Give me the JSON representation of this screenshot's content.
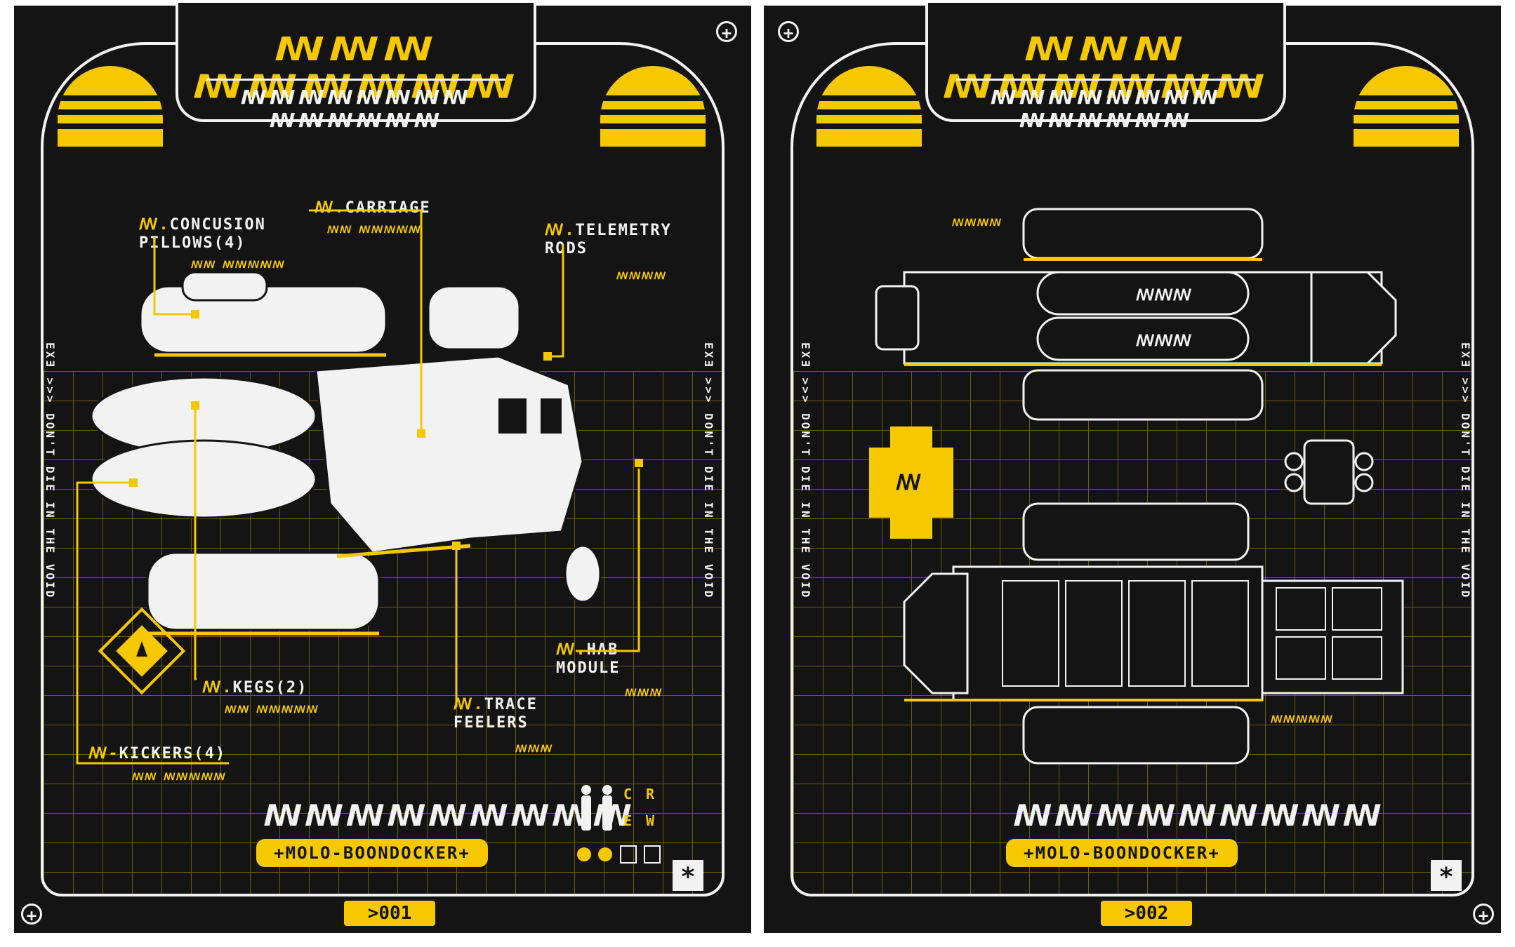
{
  "colors": {
    "accent": "#f5c800",
    "background": "#141414",
    "line": "#f2f2f2"
  },
  "cards": [
    {
      "title": "ꟿꟿꟿ ꟿꟿꟿꟿꟿꟿ",
      "subtitle": "ꟿꟿꟿꟿꟿꟿꟿꟿ ꟿꟿꟿꟿꟿꟿ",
      "side_text": "EXƎ >>> DON'T DIE IN THE VOID",
      "callouts": [
        {
          "num": "ꟿ.",
          "label": "CONCUSION\nPILLOWS(4)"
        },
        {
          "num": "ꟿ.",
          "label": "CARRIAGE"
        },
        {
          "num": "ꟿ.",
          "label": "TELEMETRY\nRODS"
        },
        {
          "num": "ꟿ.",
          "label": "HAB\nMODULE"
        },
        {
          "num": "ꟿ.",
          "label": "KEGS(2)"
        },
        {
          "num": "ꟿ.",
          "label": "TRACE\nFEELERS"
        },
        {
          "num": "ꟿ-",
          "label": "KICKERS(4)"
        }
      ],
      "crew_letters": [
        "C",
        "R",
        "E",
        "W"
      ],
      "name": "+MOLO-BOONDOCKER+",
      "badge": "ꟿꟿꟿꟿꟿꟿꟿꟿꟿ",
      "page": ">001"
    },
    {
      "title": "ꟿꟿꟿ ꟿꟿꟿꟿꟿꟿ",
      "subtitle": "ꟿꟿꟿꟿꟿꟿꟿꟿ ꟿꟿꟿꟿꟿꟿ",
      "side_text": "EXƎ >>> DON'T DIE IN THE VOID",
      "name": "+MOLO-BOONDOCKER+",
      "badge": "ꟿꟿꟿꟿꟿꟿꟿꟿꟿ",
      "page": ">002"
    }
  ]
}
